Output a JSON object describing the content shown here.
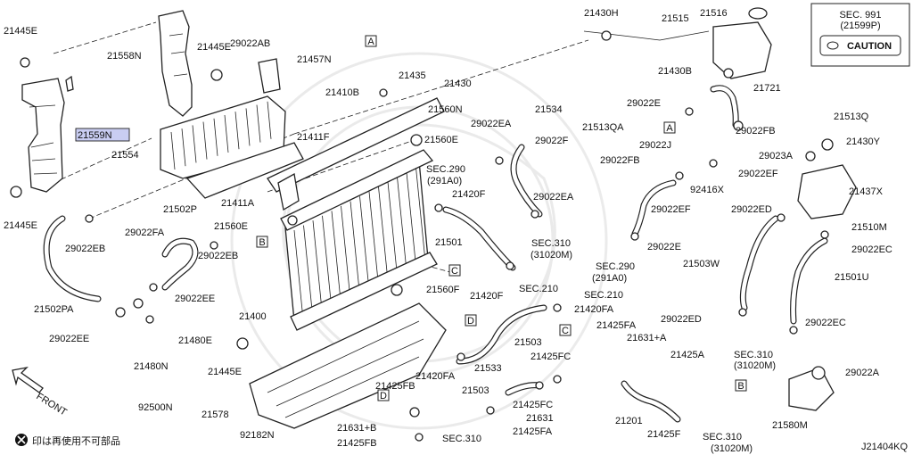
{
  "diagram_id": "J21404KQ",
  "note": "印は再使用不可部品",
  "front_label": "FRONT",
  "section_box": {
    "line1": "SEC. 991",
    "line2": "(21599P)",
    "caution": "CAUTION"
  },
  "callouts": [
    "A",
    "B",
    "C",
    "D"
  ],
  "labels": [
    {
      "t": "21445E"
    },
    {
      "t": "21558N"
    },
    {
      "t": "21445E"
    },
    {
      "t": "29022AB"
    },
    {
      "t": "21457N"
    },
    {
      "t": "21410B"
    },
    {
      "t": "21435"
    },
    {
      "t": "21430"
    },
    {
      "t": "21560N"
    },
    {
      "t": "21559N"
    },
    {
      "t": "21554"
    },
    {
      "t": "21411F"
    },
    {
      "t": "21560E"
    },
    {
      "t": "21445E"
    },
    {
      "t": "21411A"
    },
    {
      "t": "21560E"
    },
    {
      "t": "21502P"
    },
    {
      "t": "29022FA"
    },
    {
      "t": "29022EB"
    },
    {
      "t": "29022EB"
    },
    {
      "t": "29022EE"
    },
    {
      "t": "21502PA"
    },
    {
      "t": "29022EE"
    },
    {
      "t": "21480E"
    },
    {
      "t": "21480N"
    },
    {
      "t": "92500N"
    },
    {
      "t": "21400"
    },
    {
      "t": "21445E"
    },
    {
      "t": "21578"
    },
    {
      "t": "92182N"
    },
    {
      "t": "21534"
    },
    {
      "t": "29022EA"
    },
    {
      "t": "29022F"
    },
    {
      "t": "SEC.290"
    },
    {
      "t": "(291A0)"
    },
    {
      "t": "21420F"
    },
    {
      "t": "29022EA"
    },
    {
      "t": "21501"
    },
    {
      "t": "SEC.310"
    },
    {
      "t": "(31020M)"
    },
    {
      "t": "21560F"
    },
    {
      "t": "21420F"
    },
    {
      "t": "SEC.210"
    },
    {
      "t": "SEC.210"
    },
    {
      "t": "21420FA"
    },
    {
      "t": "21503"
    },
    {
      "t": "21420FA"
    },
    {
      "t": "21503"
    },
    {
      "t": "21425FB"
    },
    {
      "t": "21631+B"
    },
    {
      "t": "21425FB"
    },
    {
      "t": "SEC.310"
    },
    {
      "t": "21533"
    },
    {
      "t": "21425FC"
    },
    {
      "t": "21425FC"
    },
    {
      "t": "21631"
    },
    {
      "t": "21425FA"
    },
    {
      "t": "21425FA"
    },
    {
      "t": "21631+A"
    },
    {
      "t": "21425A"
    },
    {
      "t": "21201"
    },
    {
      "t": "21425F"
    },
    {
      "t": "SEC.310"
    },
    {
      "t": "(31020M)"
    },
    {
      "t": "21430H"
    },
    {
      "t": "21515"
    },
    {
      "t": "21516"
    },
    {
      "t": "21430B"
    },
    {
      "t": "21721"
    },
    {
      "t": "29022E"
    },
    {
      "t": "29022FB"
    },
    {
      "t": "21513Q"
    },
    {
      "t": "21513QA"
    },
    {
      "t": "29022J"
    },
    {
      "t": "29022FB"
    },
    {
      "t": "29022EF"
    },
    {
      "t": "92416X"
    },
    {
      "t": "29022EF"
    },
    {
      "t": "29022E"
    },
    {
      "t": "SEC.290"
    },
    {
      "t": "(291A0)"
    },
    {
      "t": "29023A"
    },
    {
      "t": "21430Y"
    },
    {
      "t": "21437X"
    },
    {
      "t": "29022ED"
    },
    {
      "t": "21510M"
    },
    {
      "t": "29022EC"
    },
    {
      "t": "21503W"
    },
    {
      "t": "21501U"
    },
    {
      "t": "29022ED"
    },
    {
      "t": "29022EC"
    },
    {
      "t": "SEC.310"
    },
    {
      "t": "(31020M)"
    },
    {
      "t": "29022A"
    },
    {
      "t": "21580M"
    }
  ]
}
